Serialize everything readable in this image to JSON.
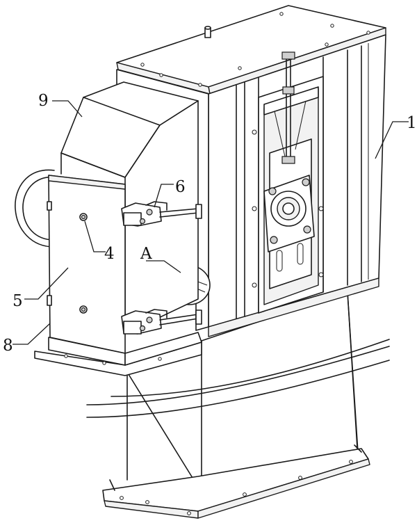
{
  "figure": {
    "callouts": [
      {
        "key": "c1",
        "label": "1"
      },
      {
        "key": "c4",
        "label": "4"
      },
      {
        "key": "c5",
        "label": "5"
      },
      {
        "key": "c6",
        "label": "6"
      },
      {
        "key": "c8",
        "label": "8"
      },
      {
        "key": "c9",
        "label": "9"
      },
      {
        "key": "cA",
        "label": "A"
      }
    ]
  }
}
